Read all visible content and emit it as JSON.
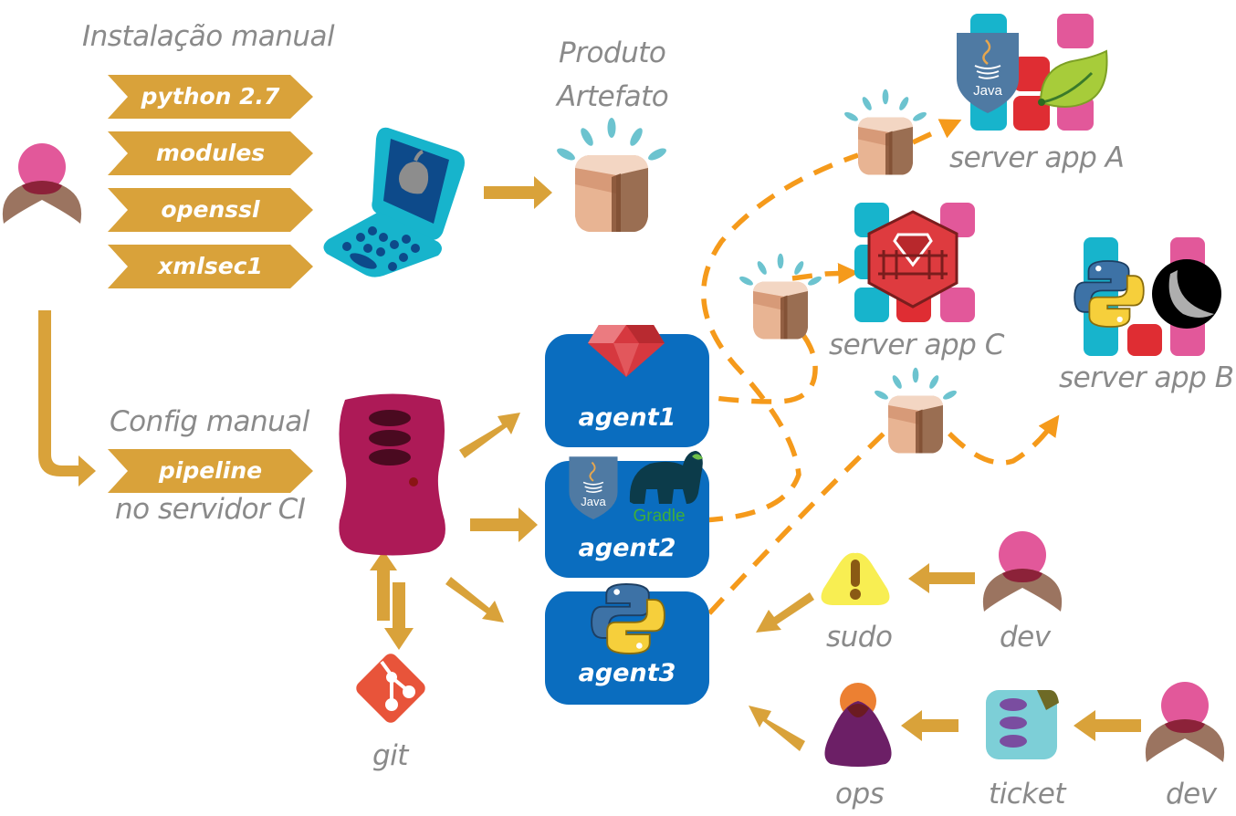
{
  "labels": {
    "install_title": "Instalação manual",
    "produto": "Produto",
    "artefato": "Artefato",
    "config_manual": "Config manual",
    "no_servidor": "no servidor CI",
    "git": "git",
    "server_app_a": "server app A",
    "server_app_b": "server app B",
    "server_app_c": "server app C",
    "sudo": "sudo",
    "dev_top": "dev",
    "dev_bottom": "dev",
    "ops": "ops",
    "ticket": "ticket"
  },
  "install_steps": [
    "python 2.7",
    "modules",
    "openssl",
    "xmlsec1"
  ],
  "pipeline_label": "pipeline",
  "agents": [
    {
      "label": "agent1",
      "tool": "ruby"
    },
    {
      "label": "agent2",
      "tool": "java + gradle"
    },
    {
      "label": "agent3",
      "tool": "python"
    }
  ],
  "logos": {
    "java": "Java",
    "gradle": "Gradle"
  },
  "colors": {
    "arrow": "#d9a23a",
    "dashed": "#f59a1b",
    "agent": "#0a6dbf",
    "ci_server": "#ad1a57",
    "label": "#8a8a8a",
    "cube_light": "#e8b493",
    "cube_dark": "#9a6e52",
    "sparkle": "#6cc3cf"
  }
}
